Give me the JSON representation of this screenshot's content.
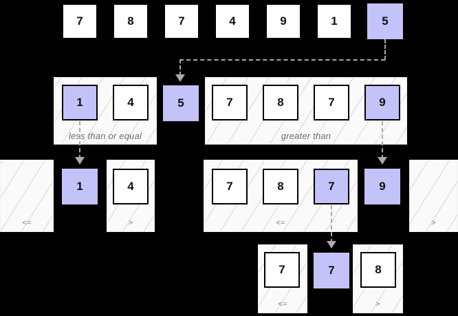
{
  "diagram": {
    "title": "quicksort-partition-recursion",
    "colors": {
      "pivot_fill": "#c3c3f9",
      "cell_fill": "#ffffff",
      "cell_border": "#000000",
      "group_fill": "#fafafa",
      "connector": "#a9a9a9",
      "background": "#000000"
    },
    "labels": {
      "less_than_or_equal": "less than or equal",
      "greater_than": "greater than",
      "lte_short": "<=",
      "gt_short": ">"
    },
    "rows": [
      {
        "name": "input-array",
        "cells": [
          {
            "value": "7",
            "pivot": false
          },
          {
            "value": "8",
            "pivot": false
          },
          {
            "value": "7",
            "pivot": false
          },
          {
            "value": "4",
            "pivot": false
          },
          {
            "value": "9",
            "pivot": false
          },
          {
            "value": "1",
            "pivot": false
          },
          {
            "value": "5",
            "pivot": true
          }
        ]
      },
      {
        "name": "partition-level-1",
        "left_group": {
          "label": "less than or equal",
          "cells": [
            {
              "value": "1",
              "pivot": true
            },
            {
              "value": "4",
              "pivot": false
            }
          ]
        },
        "pivot": {
          "value": "5",
          "pivot": true
        },
        "right_group": {
          "label": "greater than",
          "cells": [
            {
              "value": "7",
              "pivot": false
            },
            {
              "value": "8",
              "pivot": false
            },
            {
              "value": "7",
              "pivot": false
            },
            {
              "value": "9",
              "pivot": true
            }
          ]
        }
      },
      {
        "name": "partition-level-2",
        "left_branch": {
          "lte_group": {
            "label": "<=",
            "cells": []
          },
          "pivot": {
            "value": "1",
            "pivot": true
          },
          "gt_group": {
            "label": ">",
            "cells": [
              {
                "value": "4",
                "pivot": false
              }
            ]
          }
        },
        "right_branch": {
          "lte_group": {
            "label": "<=",
            "cells": [
              {
                "value": "7",
                "pivot": false
              },
              {
                "value": "8",
                "pivot": false
              },
              {
                "value": "7",
                "pivot": true
              }
            ]
          },
          "pivot": {
            "value": "9",
            "pivot": true
          },
          "gt_group": {
            "label": ">",
            "cells": []
          }
        }
      },
      {
        "name": "partition-level-3",
        "lte_group": {
          "label": "<=",
          "cells": [
            {
              "value": "7",
              "pivot": false
            }
          ]
        },
        "pivot": {
          "value": "7",
          "pivot": true
        },
        "gt_group": {
          "label": ">",
          "cells": [
            {
              "value": "8",
              "pivot": false
            }
          ]
        }
      }
    ]
  }
}
